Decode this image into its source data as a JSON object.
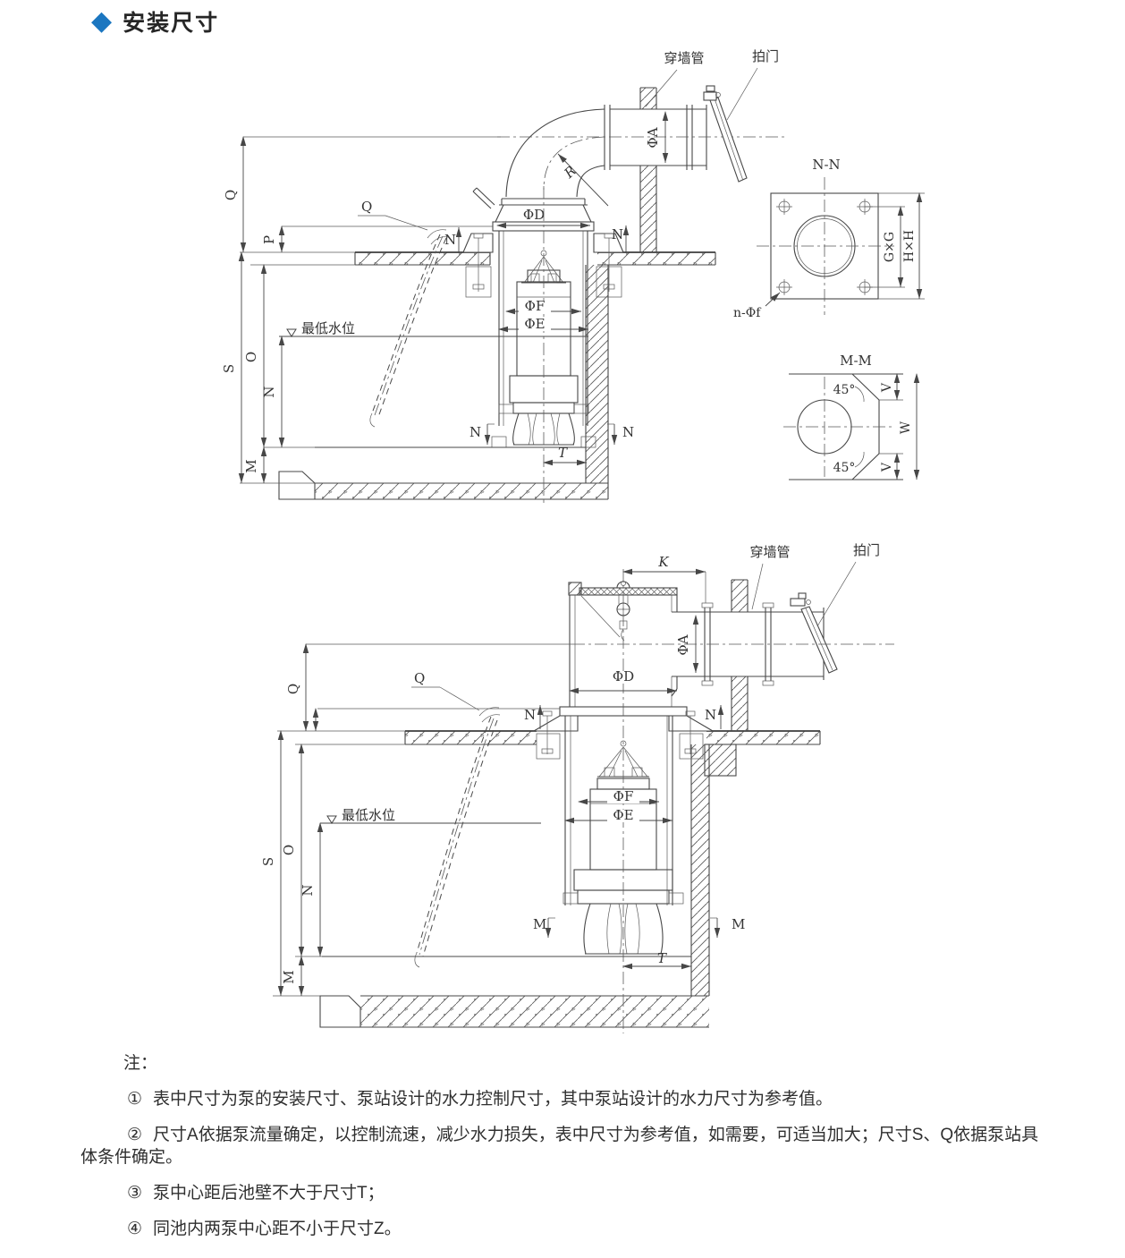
{
  "title": {
    "diamond_icon": "◆",
    "text": "安装尺寸"
  },
  "colors": {
    "accent": "#1b76c0",
    "line": "#474747",
    "text": "#2f2f2f"
  },
  "labels": {
    "wall_pipe": "穿墙管",
    "flap_valve": "拍门",
    "min_water_level": "最低水位",
    "cable_mark": "Q"
  },
  "dims": {
    "q": "Q",
    "p": "P",
    "s": "S",
    "o": "O",
    "n": "N",
    "m": "M",
    "t": "T",
    "k": "K",
    "r": "R",
    "v": "V",
    "w": "W",
    "phi_a": "ΦA",
    "phi_d": "ΦD",
    "phi_e": "ΦE",
    "phi_f": "ΦF",
    "gxg": "G×G",
    "hxh": "H×H",
    "n_phi_f": "n-Φf",
    "deg45": "45°",
    "section_nn": "N-N",
    "section_mm": "M-M",
    "n_mark": "N",
    "m_mark": "M"
  },
  "notes": {
    "heading": "注：",
    "items": [
      {
        "num": "①",
        "text": "表中尺寸为泵的安装尺寸、泵站设计的水力控制尺寸，其中泵站设计的水力尺寸为参考值。"
      },
      {
        "num": "②",
        "text": "尺寸A依据泵流量确定，以控制流速，减少水力损失，表中尺寸为参考值，如需要，可适当加大；尺寸S、Q依据泵站具体条件确定。"
      },
      {
        "num": "③",
        "text": "泵中心距后池壁不大于尺寸T；"
      },
      {
        "num": "④",
        "text": "同池内两泵中心距不小于尺寸Z。"
      }
    ]
  }
}
